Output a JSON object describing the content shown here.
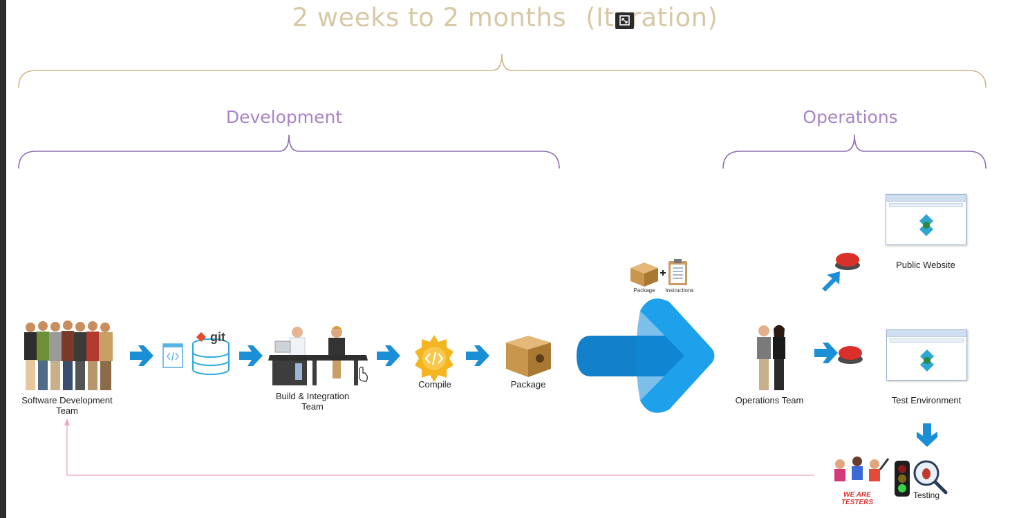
{
  "title": {
    "part1": "2 weeks to 2 months",
    "part2": "(Iteration)"
  },
  "phases": {
    "development": "Development",
    "operations": "Operations"
  },
  "nodes": {
    "software_team": "Software Development Team",
    "git": "git",
    "build_team": "Build & Integration Team",
    "compile": "Compile",
    "package": "Package",
    "package_small": "Package",
    "instructions": "Instructions",
    "operations_team": "Operations Team",
    "public_website": "Public Website",
    "test_environment": "Test Environment",
    "testers": "WE ARE TESTERS",
    "testing": "Testing"
  },
  "colors": {
    "title": "#d8c9a6",
    "phase": "#a784c7",
    "iteration_brace": "#cdb98a",
    "phase_brace": "#8e6fb0",
    "arrow": "#1a8fd6",
    "big_arrow": "#1595e0",
    "feedback_line": "#f2a8bc",
    "deploy_button": "#d9302a"
  },
  "icons": [
    "people-group-icon",
    "code-file-icon",
    "git-database-icon",
    "desk-team-icon",
    "compile-gear-icon",
    "package-box-icon",
    "instructions-clipboard-icon",
    "deploy-button-icon",
    "browser-window-icon",
    "traffic-light-icon",
    "bug-magnifier-icon",
    "testers-icon",
    "mouse-cursor-icon"
  ]
}
